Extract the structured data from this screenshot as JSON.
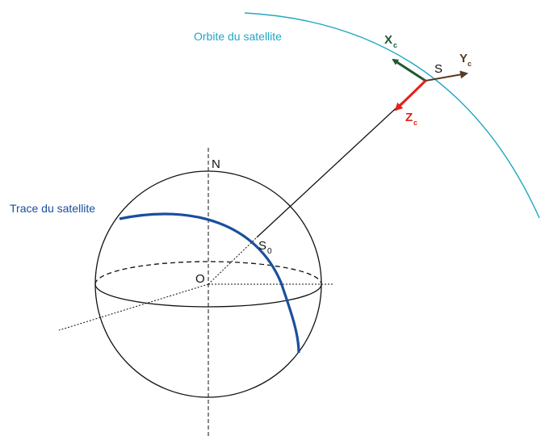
{
  "labels": {
    "orbit": "Orbite du satellite",
    "trace": "Trace du satellite",
    "north": "N",
    "origin": "O",
    "satellite": "S",
    "subpoint_base": "S",
    "subpoint_sub": "0",
    "x_axis_base": "X",
    "x_axis_sub": "c",
    "y_axis_base": "Y",
    "y_axis_sub": "c",
    "z_axis_base": "Z",
    "z_axis_sub": "c"
  },
  "colors": {
    "orbit": "#22a7c4",
    "trace": "#1a4f9c",
    "x_axis": "#1e5a32",
    "y_axis": "#5a3a1e",
    "z_axis": "#e3211c",
    "lines": "#111111"
  }
}
